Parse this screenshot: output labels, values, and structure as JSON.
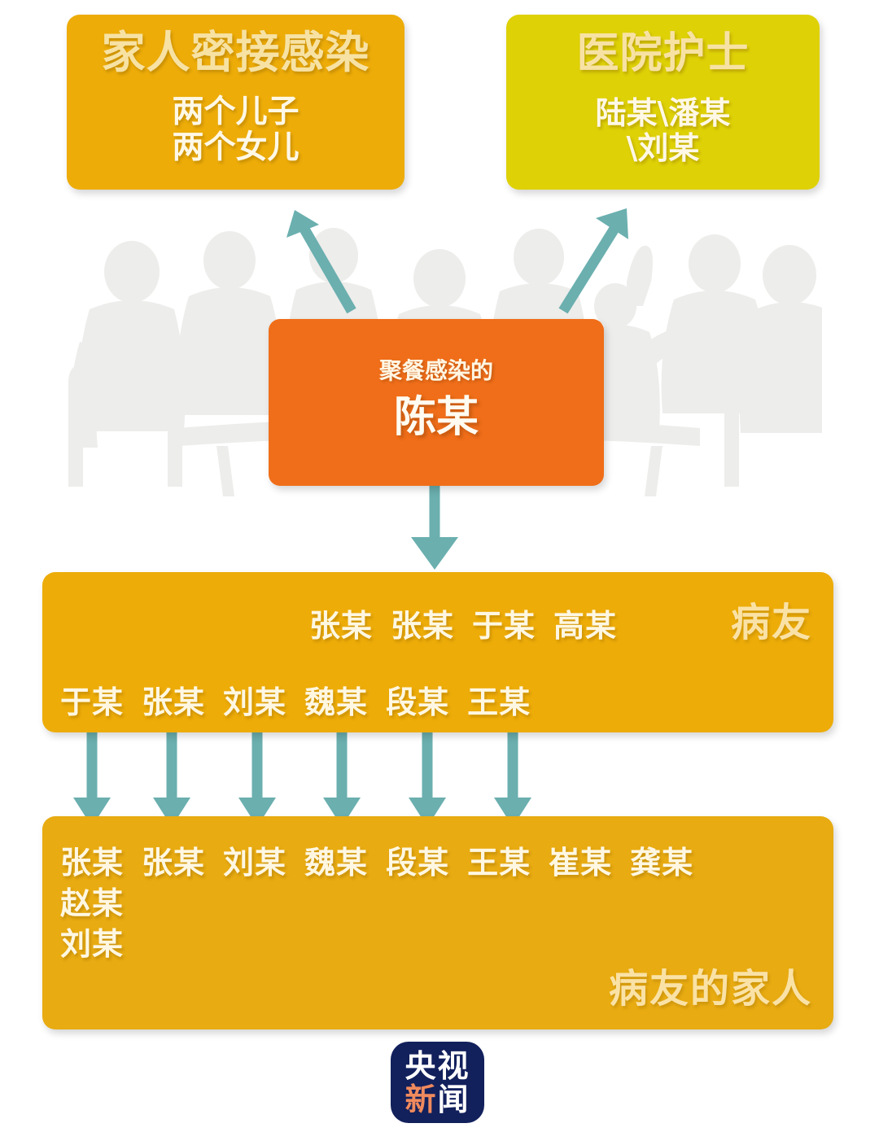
{
  "meta": {
    "kind": "infection-chain-infographic",
    "colors": {
      "family_box": "#EDAC08",
      "nurse_box": "#DED106",
      "index_case_box": "#F06E19",
      "patients_box": "#EDAC08",
      "patient_family_box": "#E8AB11",
      "arrow": "#6BAFAF",
      "logo_bg": "#12205C",
      "logo_accent": "#F08A5D",
      "title_text": "#F7E2A4",
      "body_text": "#FFF7E2"
    }
  },
  "family_box": {
    "title": "家人密接感染",
    "line1": "两个儿子",
    "line2": "两个女儿"
  },
  "nurse_box": {
    "title": "医院护士",
    "line1": "陆某\\潘某",
    "line2": "\\刘某"
  },
  "index_case": {
    "subtitle": "聚餐感染的",
    "name": "陈某"
  },
  "patients_box": {
    "label": "病友",
    "row1": [
      "张某",
      "张某",
      "于某",
      "高某"
    ],
    "row2": [
      "于某",
      "张某",
      "刘某",
      "魏某",
      "段某",
      "王某"
    ]
  },
  "patient_family_box": {
    "label": "病友的家人",
    "row1": [
      "张某",
      "张某",
      "刘某",
      "魏某",
      "段某",
      "王某",
      "崔某",
      "龚某"
    ],
    "row2": [
      "赵某"
    ],
    "row3": [
      "刘某"
    ]
  },
  "logo": {
    "line1": "央视",
    "line2_accent": "新",
    "line2_rest": "闻"
  }
}
